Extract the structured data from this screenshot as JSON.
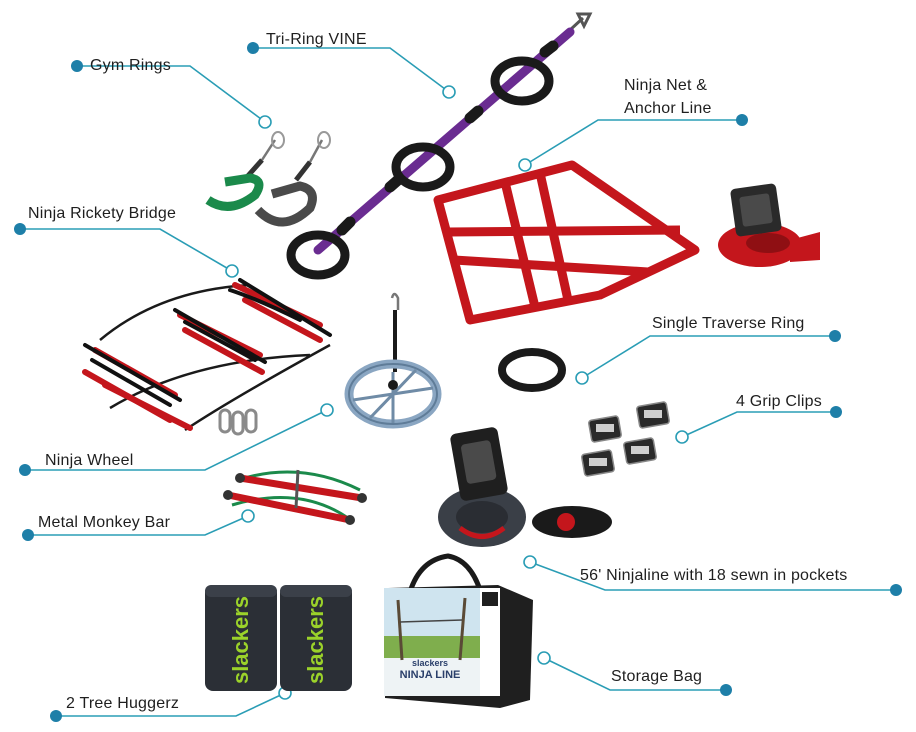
{
  "callouts": {
    "tri_ring_vine": "Tri-Ring VINE",
    "gym_rings": "Gym Rings",
    "ninja_net_line1": "Ninja Net &",
    "ninja_net_line2": "Anchor Line",
    "rickety_bridge": "Ninja Rickety Bridge",
    "single_traverse_ring": "Single Traverse Ring",
    "grip_clips": "4 Grip Clips",
    "ninja_wheel": "Ninja Wheel",
    "monkey_bar": "Metal Monkey Bar",
    "ninjaline": "56' Ninjaline with 18 sewn in pockets",
    "storage_bag": "Storage Bag",
    "tree_huggerz": "2 Tree Huggerz"
  },
  "product_text": {
    "hugger_brand": "slackers",
    "line_brand": "NINJA LINE",
    "bag_brand": "slackers"
  },
  "colors": {
    "leader_line": "#2a9db5",
    "leader_dot": "#1e7fa8",
    "red": "#c4161c",
    "purple": "#6a2c91",
    "lime": "#9bd22a"
  }
}
